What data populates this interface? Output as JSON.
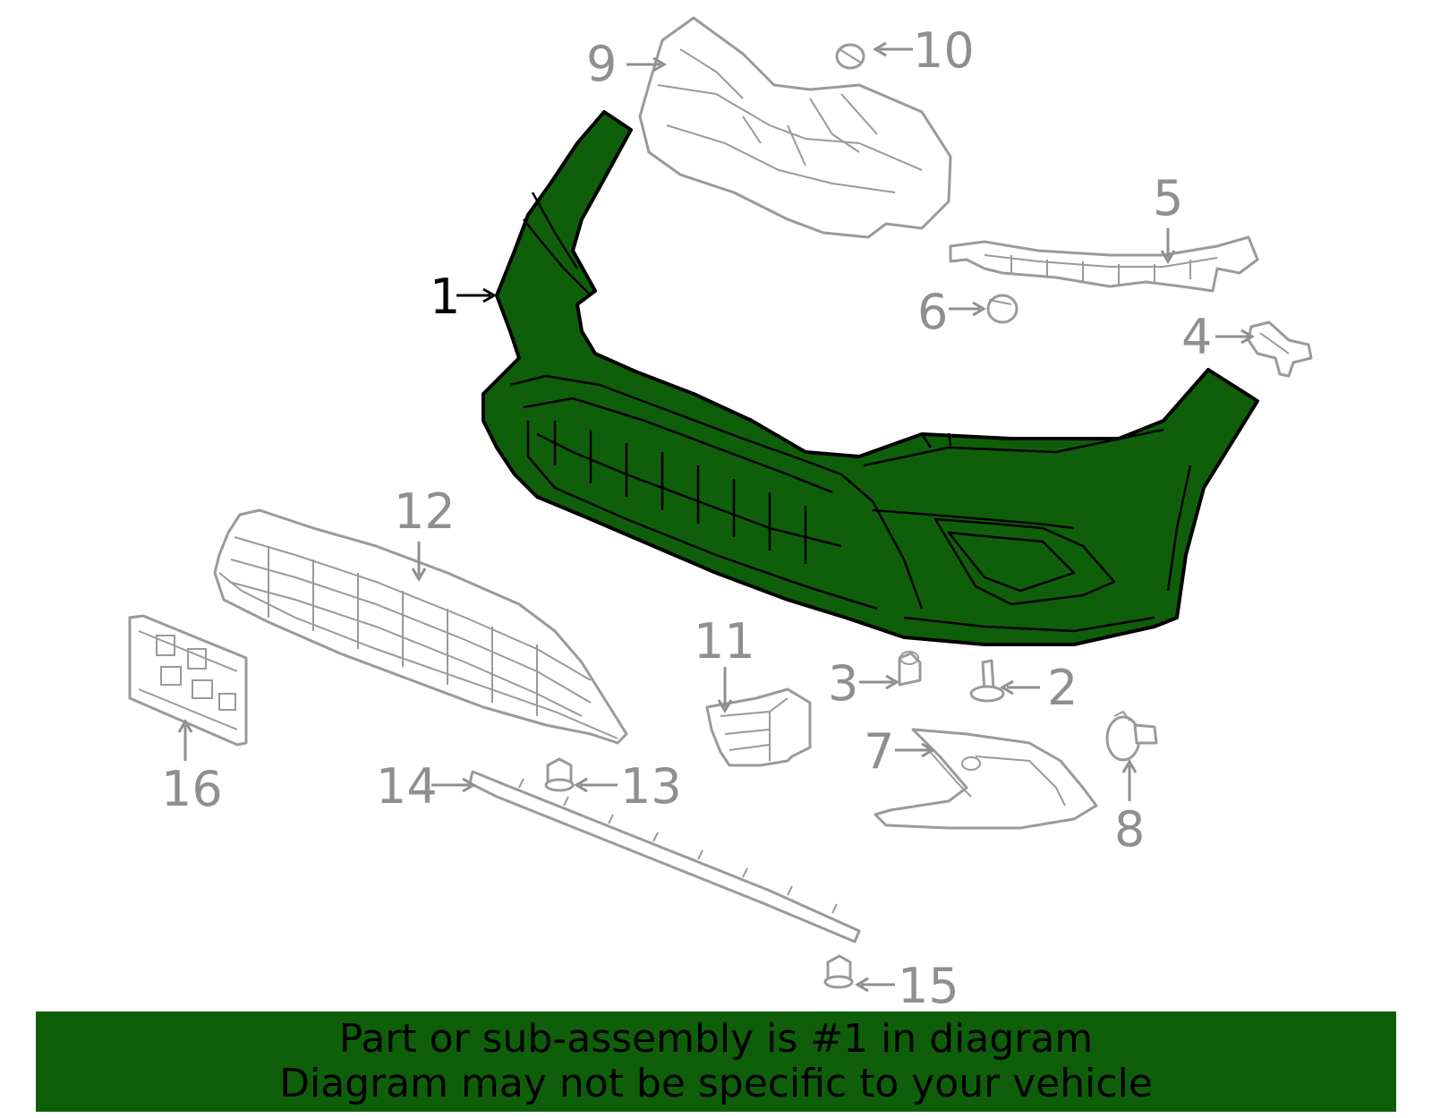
{
  "colors": {
    "highlight": "#0f5f0a",
    "line_gray": "#9a9a9a",
    "callout_gray": "#8f8f8f",
    "active_callout": "#000000"
  },
  "callouts": [
    {
      "id": "1",
      "label": "1",
      "part": "front bumper cover",
      "active": true
    },
    {
      "id": "2",
      "label": "2"
    },
    {
      "id": "3",
      "label": "3"
    },
    {
      "id": "4",
      "label": "4"
    },
    {
      "id": "5",
      "label": "5"
    },
    {
      "id": "6",
      "label": "6"
    },
    {
      "id": "7",
      "label": "7"
    },
    {
      "id": "8",
      "label": "8"
    },
    {
      "id": "9",
      "label": "9"
    },
    {
      "id": "10",
      "label": "10"
    },
    {
      "id": "11",
      "label": "11"
    },
    {
      "id": "12",
      "label": "12"
    },
    {
      "id": "13",
      "label": "13"
    },
    {
      "id": "14",
      "label": "14"
    },
    {
      "id": "15",
      "label": "15"
    },
    {
      "id": "16",
      "label": "16"
    }
  ],
  "banner": {
    "line1": "Part or sub-assembly is #1 in diagram",
    "line2": "Diagram may not be specific to your vehicle"
  }
}
